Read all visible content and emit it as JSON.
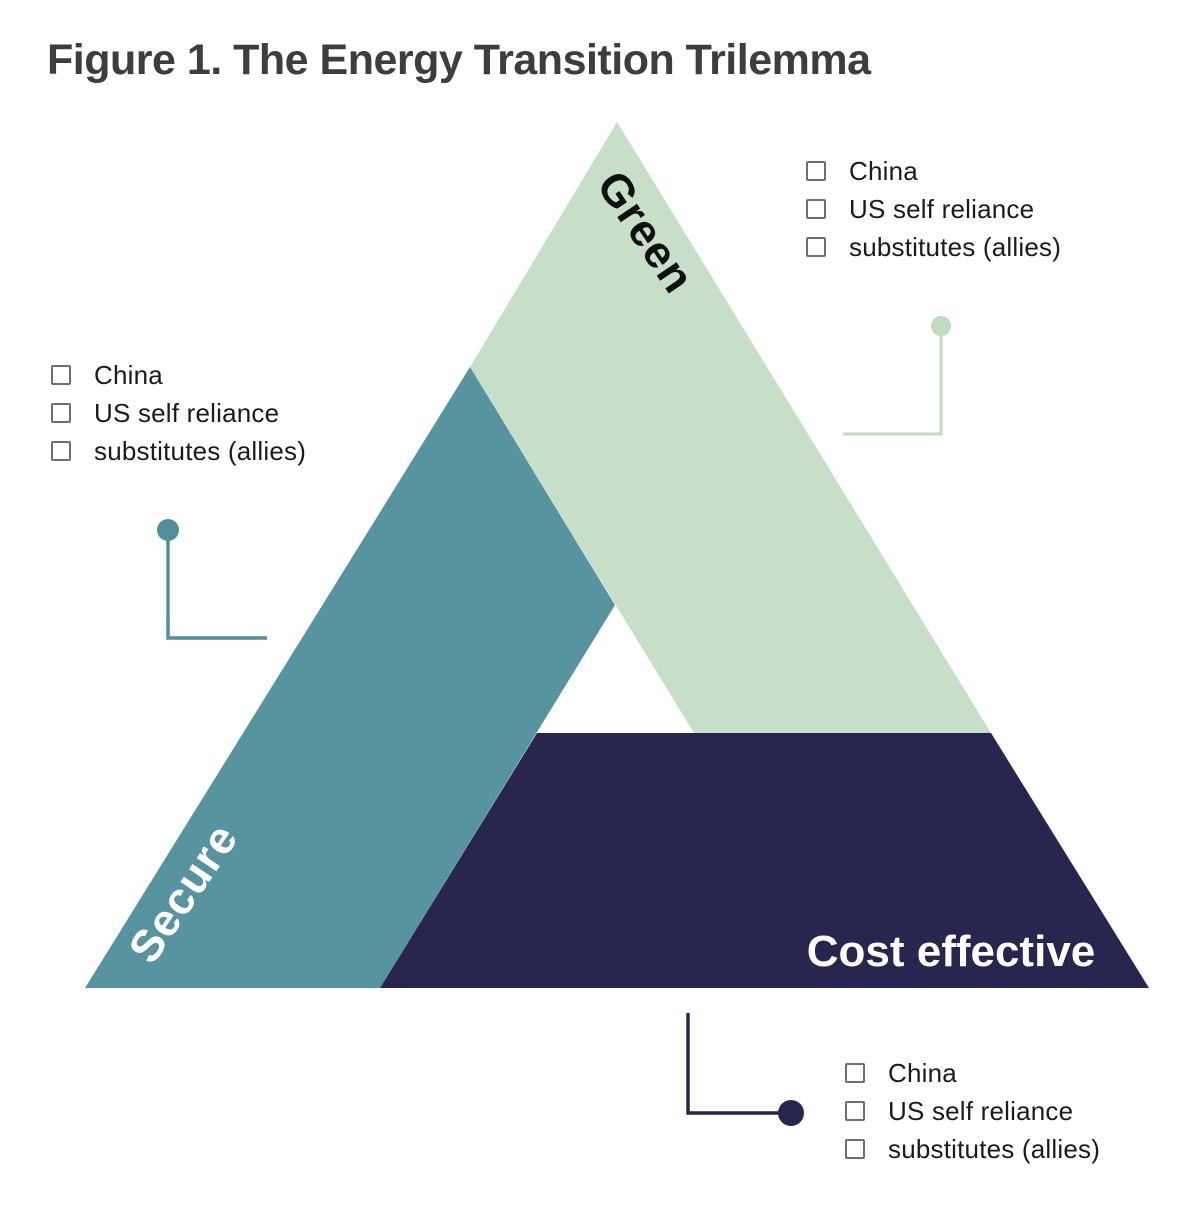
{
  "title": "Figure 1. The Energy Transition Trilemma",
  "triangle": {
    "green_label": "Green",
    "secure_label": "Secure",
    "cost_label": "Cost effective",
    "colors": {
      "green_band": "#c7dfc8",
      "teal_band": "#5894a0",
      "navy_band": "#28254e",
      "green_connector": "#c2dcc3",
      "teal_connector": "#4f8f9b",
      "navy_connector": "#28254e"
    }
  },
  "checklists": {
    "green": {
      "items": [
        "China",
        "US self reliance",
        "substitutes (allies)"
      ]
    },
    "secure": {
      "items": [
        "China",
        "US self reliance",
        "substitutes (allies)"
      ]
    },
    "cost": {
      "items": [
        "China",
        "US self reliance",
        "substitutes (allies)"
      ]
    }
  }
}
